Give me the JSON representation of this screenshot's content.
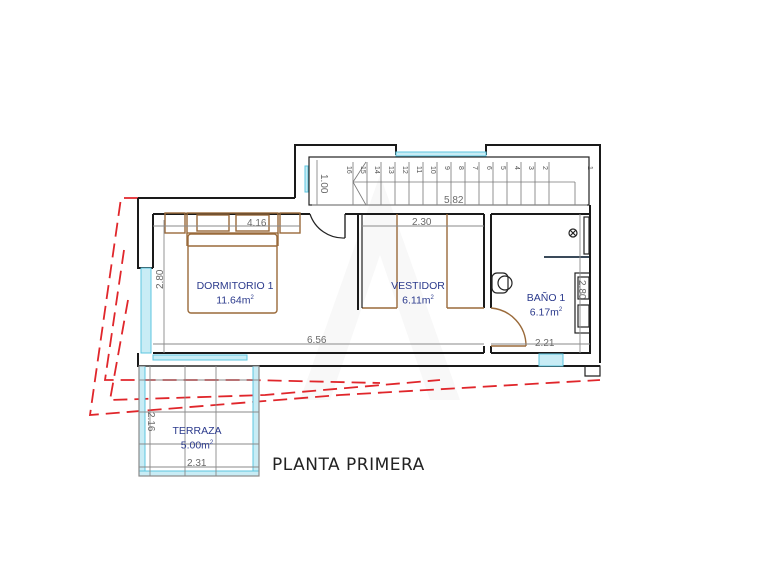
{
  "plan": {
    "title": "PLANTA PRIMERA",
    "rooms": [
      {
        "id": "dormitorio-1",
        "name": "DORMITORIO 1",
        "area": "11.64m",
        "area_unit_sup": "2"
      },
      {
        "id": "vestidor",
        "name": "VESTIDOR",
        "area": "6.11m",
        "area_unit_sup": "2"
      },
      {
        "id": "bano-1",
        "name": "BAÑO 1",
        "area": "6.17m",
        "area_unit_sup": "2"
      },
      {
        "id": "terraza",
        "name": "TERRAZA",
        "area": "5.00m",
        "area_unit_sup": "2"
      }
    ],
    "dimensions": {
      "stair_width": "1.00",
      "stair_length": "5.82",
      "dormitorio_width": "4.16",
      "dormitorio_depth": "2.80",
      "corridor_length": "6.56",
      "vestidor_width": "2.30",
      "bano_width": "2.21",
      "bano_depth": "2.80",
      "terraza_depth": "2.16",
      "terraza_width": "2.31"
    },
    "stair_steps": [
      "16",
      "15",
      "14",
      "13",
      "12",
      "11",
      "10",
      "9",
      "8",
      "7",
      "6",
      "5",
      "4",
      "3",
      "2",
      "1"
    ],
    "colors": {
      "wall": "#1a1a1a",
      "glass": "#5cc6e0",
      "furniture": "#9a6a3a",
      "room_text": "#2b3a8c",
      "dimension": "#8a8a8a",
      "roof_outline": "#e0262b"
    }
  }
}
